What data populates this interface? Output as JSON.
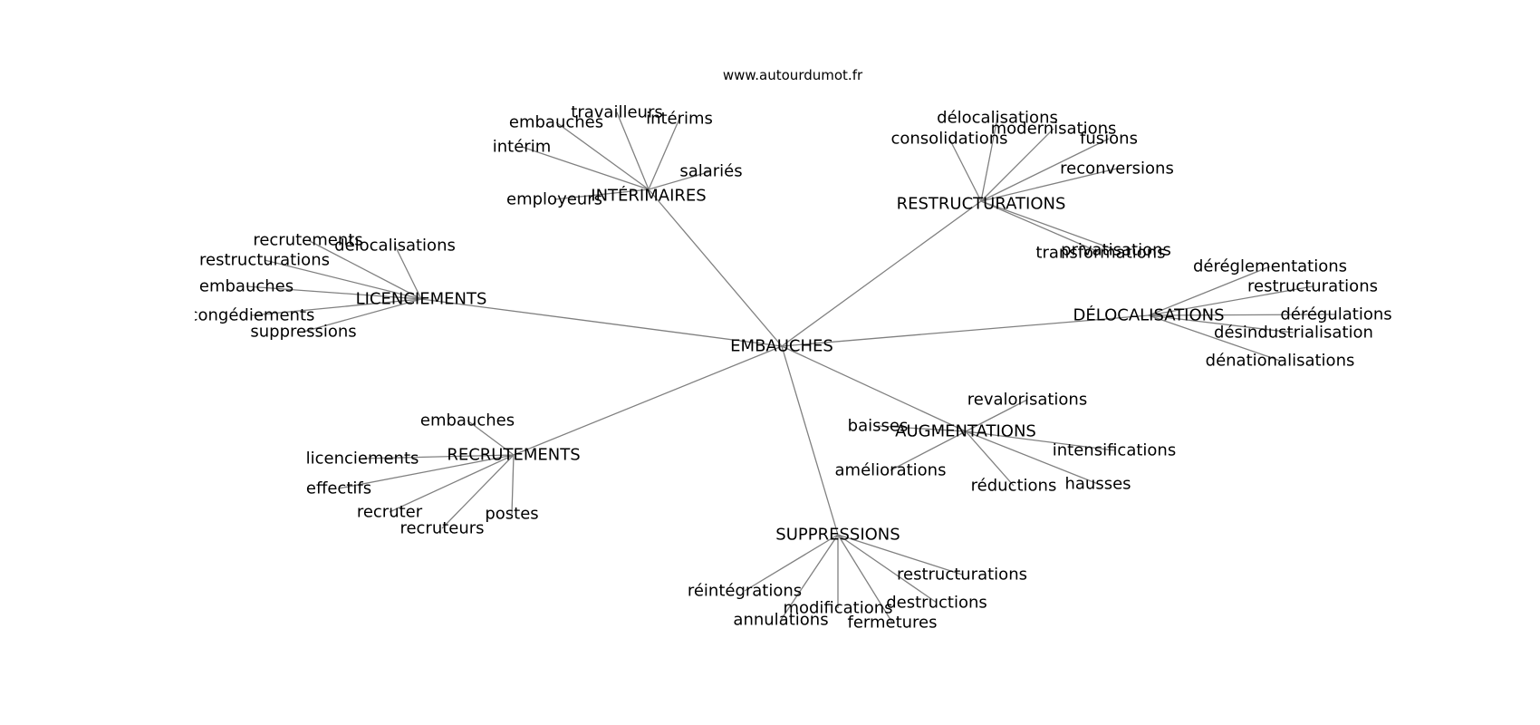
{
  "watermark": "www.autourdumot.fr",
  "center": "EMBAUCHES",
  "clusters": [
    {
      "id": "interimaires",
      "label": "INTÉRIMAIRES",
      "leaves": [
        "travailleurs",
        "embauches",
        "intérims",
        "intérim",
        "salariés",
        "employeurs"
      ]
    },
    {
      "id": "restructurations",
      "label": "RESTRUCTURATIONS",
      "leaves": [
        "délocalisations",
        "consolidations",
        "modernisations",
        "fusions",
        "reconversions",
        "privatisations",
        "transformations"
      ]
    },
    {
      "id": "licenciements",
      "label": "LICENCIEMENTS",
      "leaves": [
        "recrutements",
        "délocalisations",
        "restructurations",
        "embauches",
        "congédiements",
        "suppressions"
      ]
    },
    {
      "id": "delocalisations",
      "label": "DÉLOCALISATIONS",
      "leaves": [
        "déréglementations",
        "restructurations",
        "dérégulations",
        "désindustrialisation",
        "dénationalisations"
      ]
    },
    {
      "id": "recrutements",
      "label": "RECRUTEMENTS",
      "leaves": [
        "embauches",
        "licenciements",
        "effectifs",
        "recruter",
        "recruteurs",
        "postes"
      ]
    },
    {
      "id": "augmentations",
      "label": "AUGMENTATIONS",
      "leaves": [
        "revalorisations",
        "baisses",
        "intensifications",
        "améliorations",
        "réductions",
        "hausses"
      ]
    },
    {
      "id": "suppressions",
      "label": "SUPPRESSIONS",
      "leaves": [
        "restructurations",
        "réintégrations",
        "destructions",
        "modifications",
        "annulations",
        "fermetures"
      ]
    }
  ]
}
